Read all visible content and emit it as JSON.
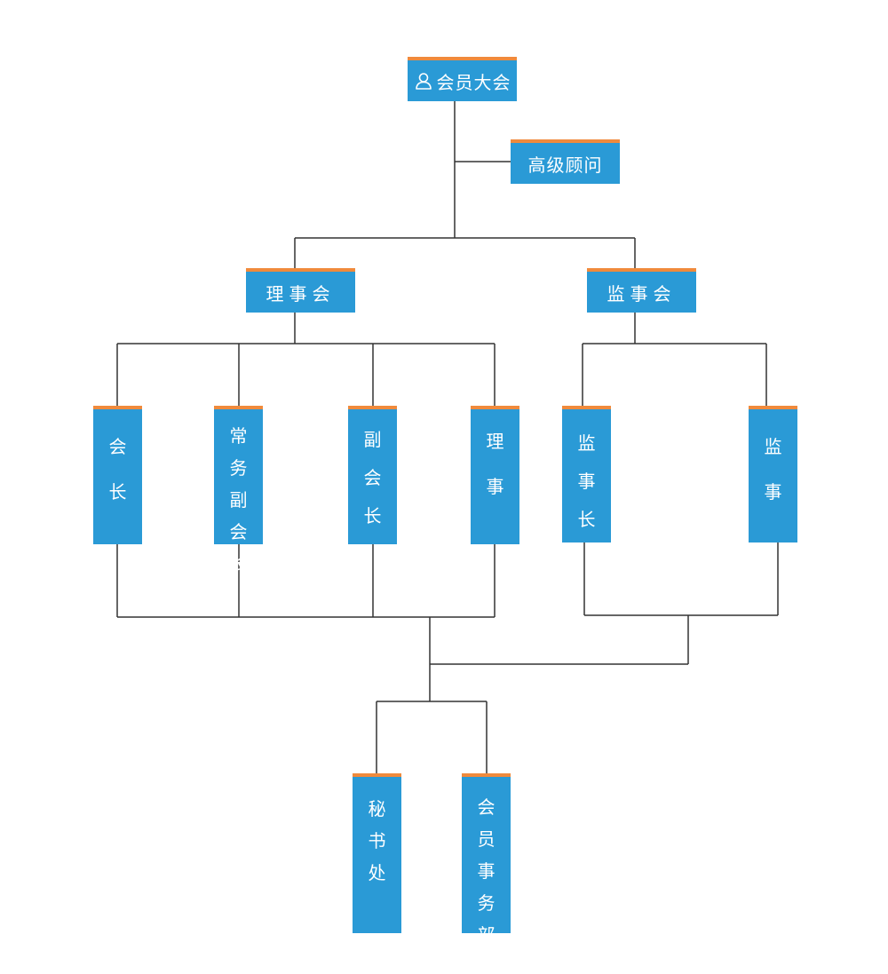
{
  "nodes": {
    "general_assembly": "会员大会",
    "senior_advisor": "高级顾问",
    "council": "理事会",
    "supervisory_board": "监事会",
    "president": [
      "会",
      "长"
    ],
    "executive_vice_president": [
      "常",
      "务",
      "副",
      "会",
      "长"
    ],
    "vice_president": [
      "副",
      "会",
      "长"
    ],
    "director": [
      "理",
      "事"
    ],
    "chief_supervisor": [
      "监",
      "事",
      "长"
    ],
    "supervisor": [
      "监",
      "事"
    ],
    "secretariat": [
      "秘",
      "书",
      "处"
    ],
    "membership_department": [
      "会",
      "员",
      "事",
      "务",
      "部"
    ]
  },
  "icons": {
    "general_assembly": "person-icon"
  },
  "colors": {
    "node_fill": "#2a9ad6",
    "node_top_bar": "#f08a3c",
    "connector": "#333333"
  }
}
